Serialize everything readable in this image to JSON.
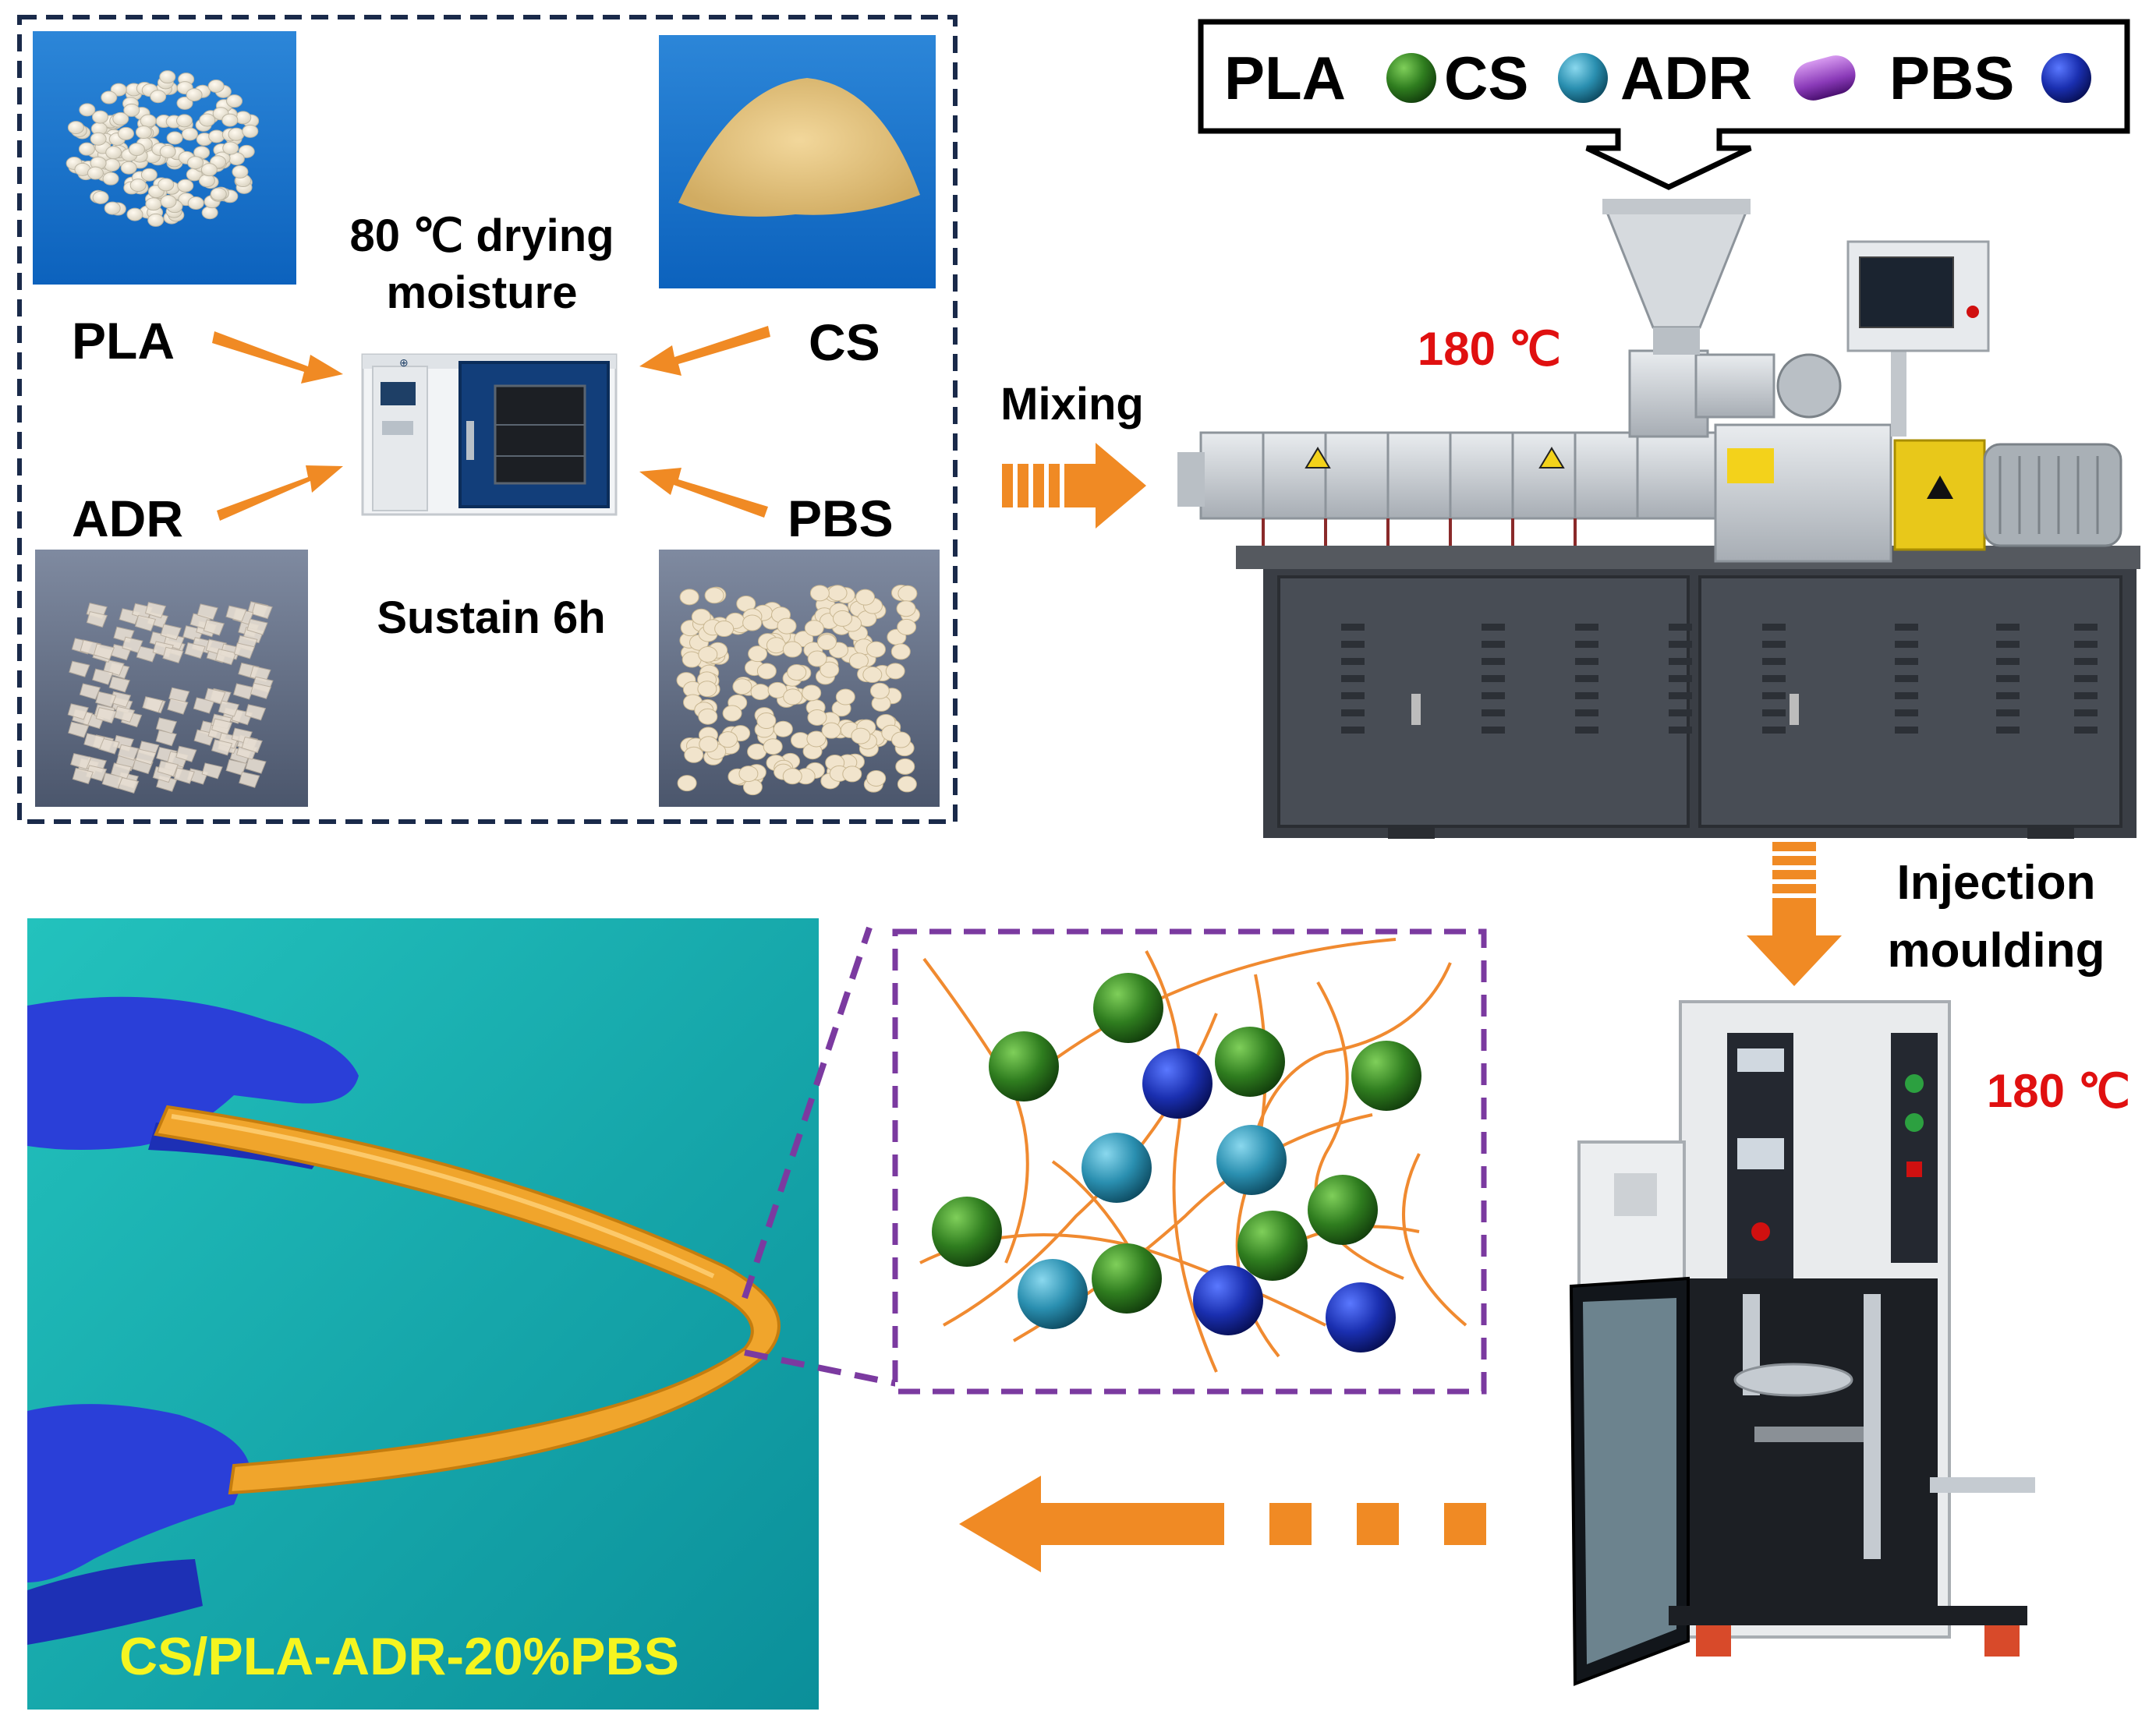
{
  "materials_panel": {
    "pla_label": "PLA",
    "cs_label": "CS",
    "adr_label": "ADR",
    "pbs_label": "PBS",
    "drying_line1": "80 ℃ drying",
    "drying_line2": "moisture",
    "sustain_label": "Sustain 6h"
  },
  "legend": {
    "items": [
      {
        "label": "PLA",
        "marker": "green-sphere",
        "color": "#2f7d1f"
      },
      {
        "label": "CS",
        "marker": "teal-sphere",
        "color": "#2a8fb0"
      },
      {
        "label": "ADR",
        "marker": "purple-capsule",
        "color": "#8a3ab8"
      },
      {
        "label": "PBS",
        "marker": "blue-sphere",
        "color": "#1a2fb0"
      }
    ]
  },
  "extruder": {
    "temperature": "180 ℃"
  },
  "mixing_label": "Mixing",
  "injection": {
    "line1": "Injection",
    "line2": "moulding",
    "temperature": "180 ℃"
  },
  "product_label": "CS/PLA-ADR-20%PBS",
  "colors": {
    "arrow_orange": "#f08a24",
    "dashed_border": "#1a2a4a",
    "zoom_border": "#7b3aa0",
    "temperature_red": "#e01010",
    "product_label_yellow": "#f5f520",
    "chain_orange": "#f08a30",
    "background_teal": "#14b3b0"
  }
}
